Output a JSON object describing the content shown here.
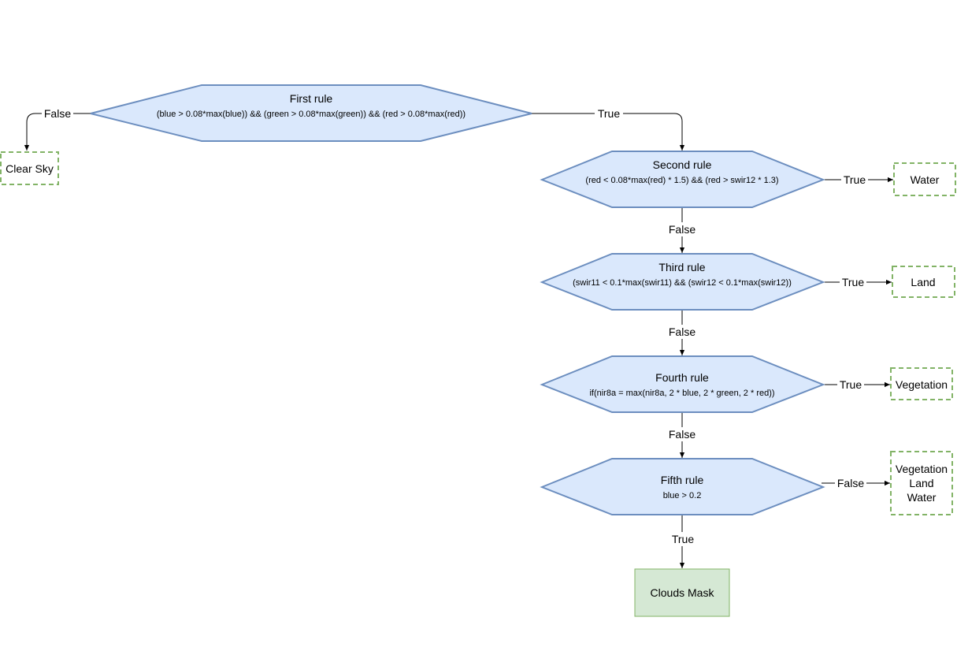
{
  "rules": {
    "first": {
      "title": "First rule",
      "expr": "(blue > 0.08*max(blue)) && (green > 0.08*max(green)) && (red > 0.08*max(red))"
    },
    "second": {
      "title": "Second rule",
      "expr": "(red < 0.08*max(red) * 1.5) && (red > swir12 * 1.3)"
    },
    "third": {
      "title": "Third rule",
      "expr": "(swir11 < 0.1*max(swir11) && (swir12 < 0.1*max(swir12))"
    },
    "fourth": {
      "title": "Fourth rule",
      "expr": "if(nir8a = max(nir8a, 2 * blue, 2 * green, 2 * red))"
    },
    "fifth": {
      "title": "Fifth rule",
      "expr": "blue > 0.2"
    }
  },
  "outcomes": {
    "clear_sky": "Clear Sky",
    "water": "Water",
    "land": "Land",
    "vegetation": "Vegetation",
    "mixed": [
      "Vegetation",
      "Land",
      "Water"
    ],
    "clouds_mask": "Clouds Mask"
  },
  "edges": {
    "first_false": "False",
    "first_true": "True",
    "second_true": "True",
    "second_false": "False",
    "third_true": "True",
    "third_false": "False",
    "fourth_true": "True",
    "fourth_false": "False",
    "fifth_false": "False",
    "fifth_true": "True"
  },
  "colors": {
    "rule_fill": "#dae8fc",
    "rule_stroke": "#6c8ebf",
    "outcome_stroke": "#82b366",
    "mask_fill": "#d5e8d4"
  }
}
